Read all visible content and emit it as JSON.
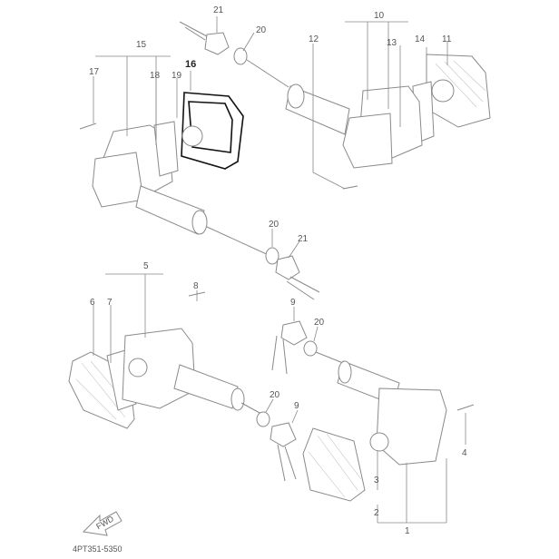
{
  "callouts": {
    "c1": "1",
    "c2": "2",
    "c3": "3",
    "c4": "4",
    "c5": "5",
    "c6": "6",
    "c7": "7",
    "c8": "8",
    "c9a": "9",
    "c9b": "9",
    "c10": "10",
    "c11": "11",
    "c12": "12",
    "c13": "13",
    "c14": "14",
    "c15": "15",
    "c16": "16",
    "c17": "17",
    "c18": "18",
    "c19": "19",
    "c20a": "20",
    "c20b": "20",
    "c20c": "20",
    "c20d": "20",
    "c21a": "21",
    "c21b": "21"
  },
  "fwd_label": "FWD",
  "part_code": "4PT351-5350",
  "icons": {
    "fwd": "forward-direction-arrow-icon"
  },
  "colors": {
    "line": "#8a8a8a",
    "highlight": "#111111",
    "text": "#555555"
  }
}
